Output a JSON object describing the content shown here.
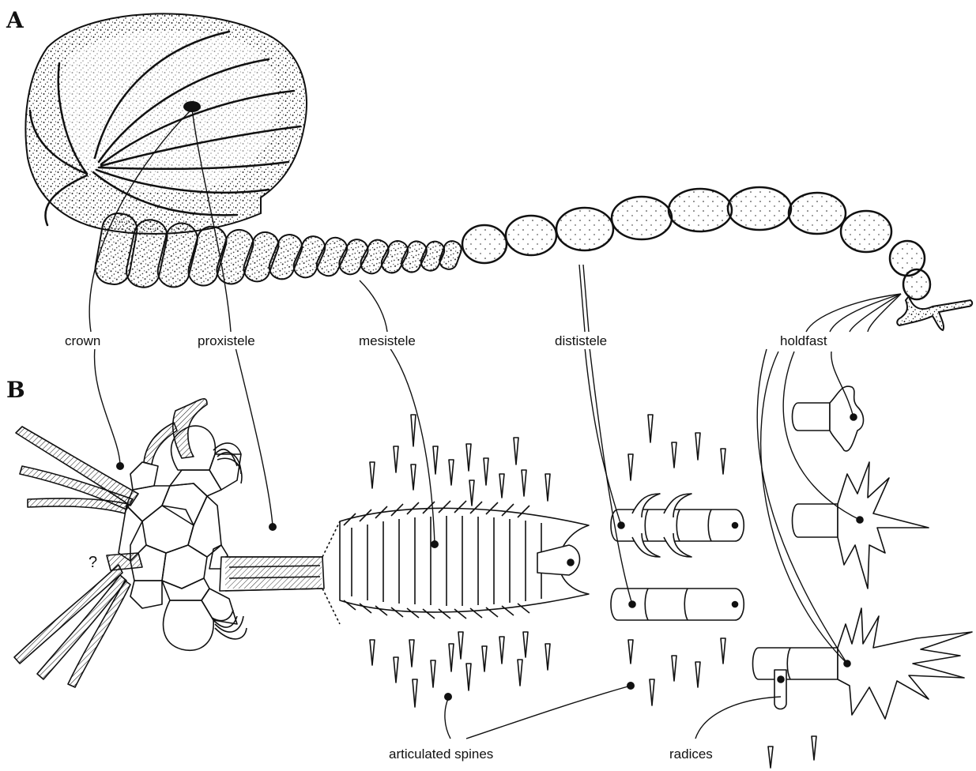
{
  "panels": {
    "a": "A",
    "b": "B"
  },
  "labels": {
    "crown": "crown",
    "proxistele": "proxistele",
    "mesistele": "mesistele",
    "dististele": "dististele",
    "holdfast": "holdfast",
    "articulated_spines": "articulated spines",
    "radices": "radices",
    "question": "?"
  },
  "colors": {
    "ink": "#111111",
    "paper": "#ffffff",
    "stipple": "#1a1a1a"
  }
}
